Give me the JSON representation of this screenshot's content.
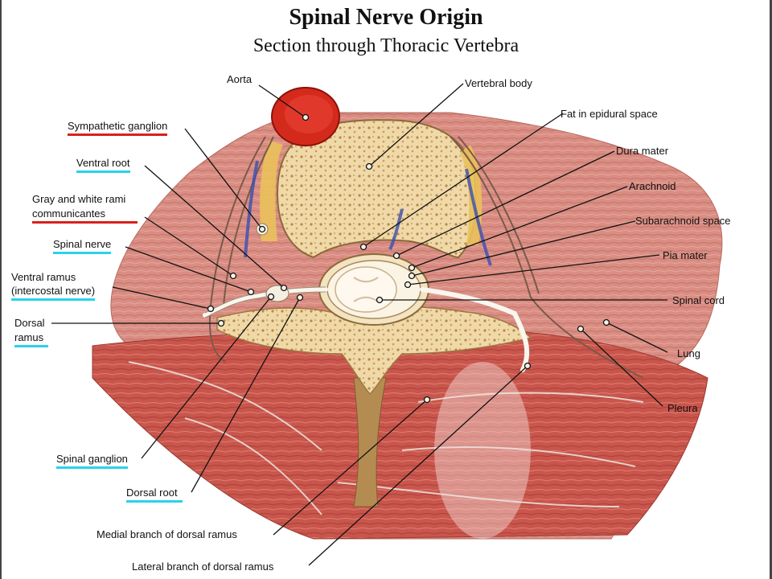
{
  "title": "Spinal Nerve Origin",
  "subtitle": "Section through Thoracic Vertebra",
  "labels": {
    "aorta": "Aorta",
    "vertebral_body": "Vertebral body",
    "fat_epidural": "Fat in epidural space",
    "sympathetic_ganglion": "Sympathetic ganglion",
    "dura_mater": "Dura mater",
    "ventral_root": "Ventral root",
    "arachnoid": "Arachnoid",
    "rami_line1": "Gray and white rami",
    "rami_line2": "communicantes",
    "subarachnoid": "Subarachnoid space",
    "spinal_nerve": "Spinal nerve",
    "pia_mater": "Pia mater",
    "ventral_ramus_line1": "Ventral ramus",
    "ventral_ramus_line2": "(intercostal nerve)",
    "spinal_cord": "Spinal cord",
    "dorsal_ramus_line1": "Dorsal",
    "dorsal_ramus_line2": "ramus",
    "lung": "Lung",
    "pleura": "Pleura",
    "spinal_ganglion": "Spinal ganglion",
    "dorsal_root": "Dorsal root",
    "medial_branch": "Medial branch of dorsal ramus",
    "lateral_branch": "Lateral branch of dorsal ramus"
  },
  "colors": {
    "required_label_underline": "#d9201c",
    "optional_label_underline": "#2ad2ea",
    "muscle": "#d98a80",
    "bone": "#efd6a4",
    "aorta": "#d42a1c"
  }
}
